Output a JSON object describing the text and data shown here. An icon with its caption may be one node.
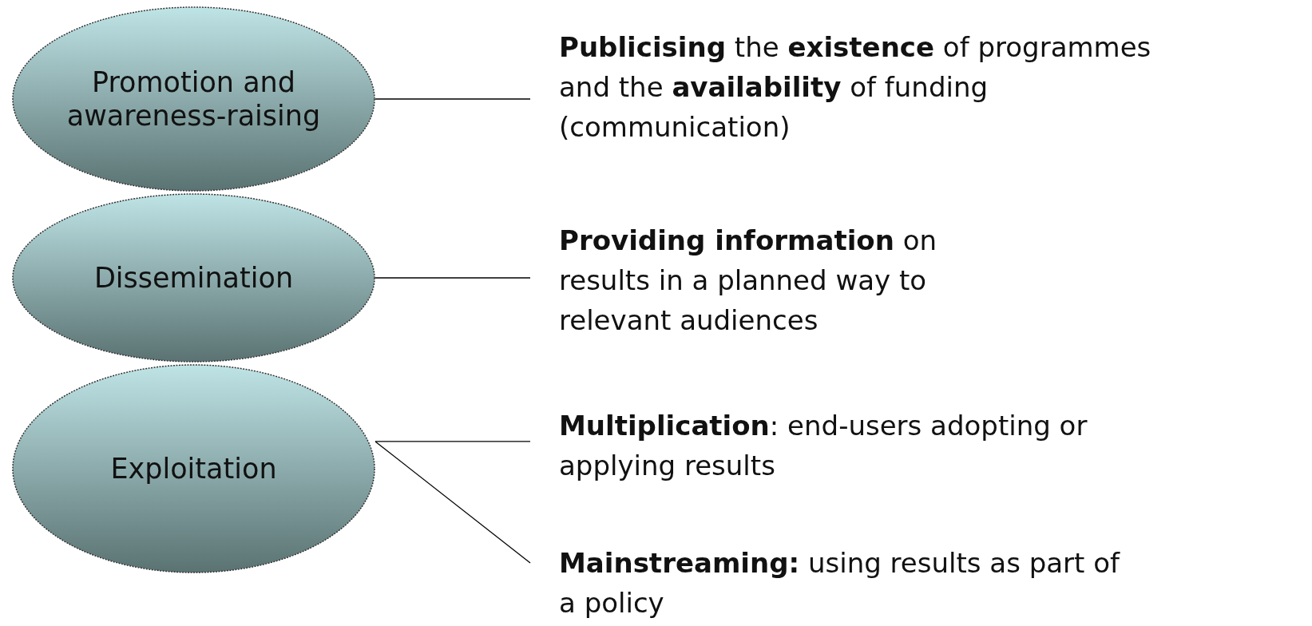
{
  "diagram": {
    "nodes": [
      {
        "text": [
          "Promotion and awareness-raising"
        ]
      },
      {
        "text": [
          "Dissemination"
        ]
      },
      {
        "text": [
          "Exploitation"
        ]
      },
      {
        "text": [
          "**Publicising** the **existence** of programmes and the **availability** of funding (communication)"
        ]
      },
      {
        "text": [
          "**Providing information** on results in a planned way to relevant audiences"
        ]
      },
      {
        "text": [
          "**Multiplication**: end-users adopting or applying results"
        ]
      },
      {
        "text": [
          "**Mainstreaming:** using results as part of a policy"
        ]
      }
    ],
    "edges": [
      {
        "from": 0,
        "to": 3,
        "arrow": "none"
      },
      {
        "from": 1,
        "to": 4,
        "arrow": "none"
      },
      {
        "from": 2,
        "to": 5,
        "arrow": "none"
      },
      {
        "from": 2,
        "to": 6,
        "arrow": "none"
      }
    ]
  }
}
